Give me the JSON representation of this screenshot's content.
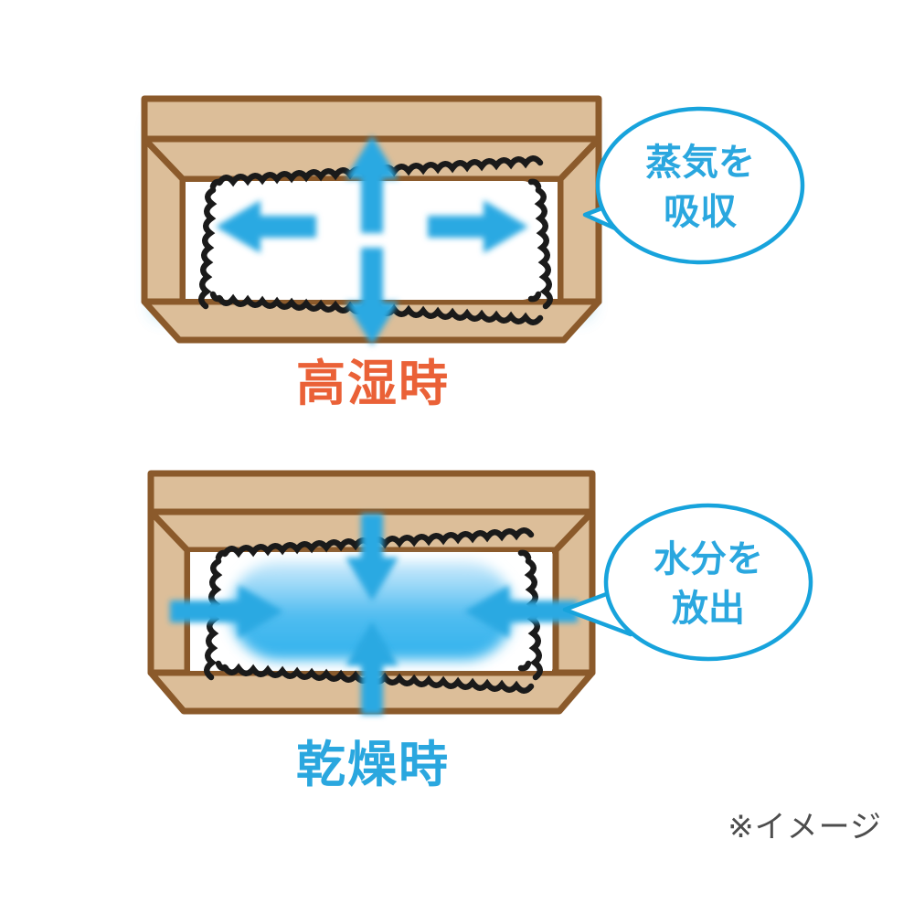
{
  "figure": {
    "background_color": "#FFFFFF",
    "footnote": "※イメージ",
    "footnote_color": "#4D4D4D"
  },
  "palette": {
    "frame_stroke": "#8B5A2B",
    "frame_fill": "#DCBE99",
    "panel_white": "#FFFFFF",
    "arrow_blue": "#2BA9E2",
    "gel_blue_light": "#BFE6FA",
    "gel_blue": "#35B4EE",
    "vapor_halo": "#6FC4E0",
    "bubble_stroke": "#17A3DC",
    "scallop_stroke": "#1A1A1A",
    "hot_label": "#EA6137",
    "dry_label": "#2AA7DF"
  },
  "panels": [
    {
      "id": "high-humidity",
      "caption": "高湿時",
      "caption_color": "#EA6137",
      "bubble": {
        "line1": "蒸気を",
        "line2": "吸収",
        "tail_direction": "left"
      },
      "state": "absorbing",
      "core_fill": "white",
      "halo": true,
      "arrows": [
        {
          "name": "arrow-up",
          "direction": "up",
          "label": "expand-up"
        },
        {
          "name": "arrow-down",
          "direction": "down",
          "label": "expand-down"
        },
        {
          "name": "arrow-left",
          "direction": "left",
          "label": "expand-left"
        },
        {
          "name": "arrow-right",
          "direction": "right",
          "label": "expand-right"
        }
      ]
    },
    {
      "id": "dry",
      "caption": "乾燥時",
      "caption_color": "#2AA7DF",
      "bubble": {
        "line1": "水分を",
        "line2": "放出",
        "tail_direction": "left"
      },
      "state": "releasing",
      "core_fill": "blue-gradient",
      "halo": false,
      "arrows": [
        {
          "name": "arrow-down",
          "direction": "down",
          "label": "contract-down"
        },
        {
          "name": "arrow-up",
          "direction": "up",
          "label": "contract-up"
        },
        {
          "name": "arrow-right",
          "direction": "right",
          "label": "contract-right"
        },
        {
          "name": "arrow-left",
          "direction": "left",
          "label": "contract-left"
        }
      ]
    }
  ]
}
